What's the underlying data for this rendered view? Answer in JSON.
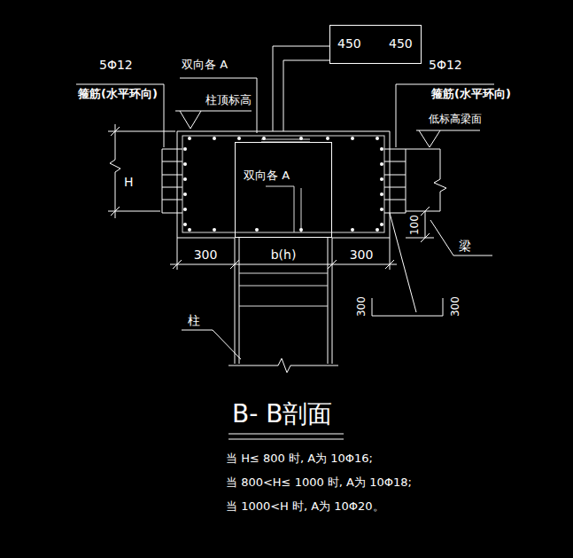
{
  "diagram": {
    "title": "B- B剖面",
    "nodes": [
      {
        "text": [
          "450",
          "450"
        ]
      },
      {
        "text": [
          "双向各 A"
        ]
      }
    ],
    "labels": [
      "5Φ12",
      "箍筋(水平环向)",
      "双向各 A",
      "柱顶标高",
      "5Φ12",
      "箍筋(水平环向)",
      "低标高梁面",
      "H",
      "300",
      "b(h)",
      "300",
      "100",
      "梁",
      "300",
      "300",
      "柱",
      "当 H≤ 800 时, A为 10Φ16;",
      "当 800<H≤ 1000 时, A为 10Φ18;",
      "当 1000<H 时, A为 10Φ20。"
    ]
  }
}
